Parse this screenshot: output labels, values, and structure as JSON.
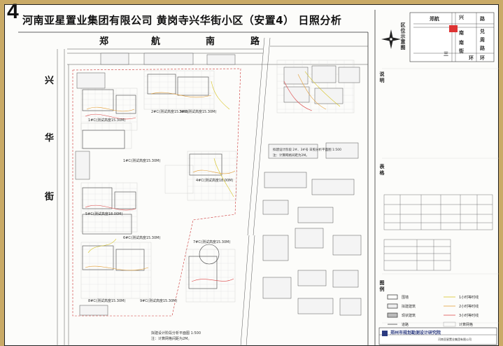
{
  "header": {
    "number": "4",
    "title": "河南亚星置业集团有限公司  黄岗寺兴华街小区（安置4）  日照分析"
  },
  "roads": {
    "north": [
      "郑",
      "航",
      "南",
      "路"
    ],
    "west": [
      "兴",
      "华",
      "街"
    ]
  },
  "location_map": {
    "heading": "区位示意图",
    "labels": [
      "郑航",
      "兴",
      "南",
      "路",
      "南",
      "环",
      "兑",
      "周",
      "路",
      "三",
      "街",
      "环"
    ]
  },
  "side_headers": {
    "notes": "说明",
    "table": "表格",
    "legend": "图例"
  },
  "building_labels": [
    "1#C(测试高度15.30M)",
    "1#C(测试高度15.30M)",
    "2#C(测试高度15.30M)",
    "3#C(测试高度15.30M)",
    "4#C(测试高度18.00M)",
    "5#C(测试高度18.00M)",
    "6#C(测试高度15.30M)",
    "7#C(测试高度15.30M)",
    "8#C(测试高度15.30M)",
    "9#C(测试高度15.30M)"
  ],
  "plan_captions": {
    "main_top": "拟建设计阶段 2#、3#号 日照分析平面图  1:500",
    "main_top_sub": "注：计算网格间距为2M。",
    "main_bottom": "拟建设计阶段分析平面图  1:500",
    "main_bottom_sub": "注：计算网格间距为2M。"
  },
  "legend": {
    "items": [
      "围墙",
      "拟建建筑",
      "现状建筑",
      "道路",
      "1小时等时线",
      "2小时等时线",
      "3小时等时线",
      "计算网格"
    ]
  },
  "title_block": {
    "company": "郑州市规划勘测设计研究院",
    "sub": "河南亚星置业集团有限公司"
  }
}
